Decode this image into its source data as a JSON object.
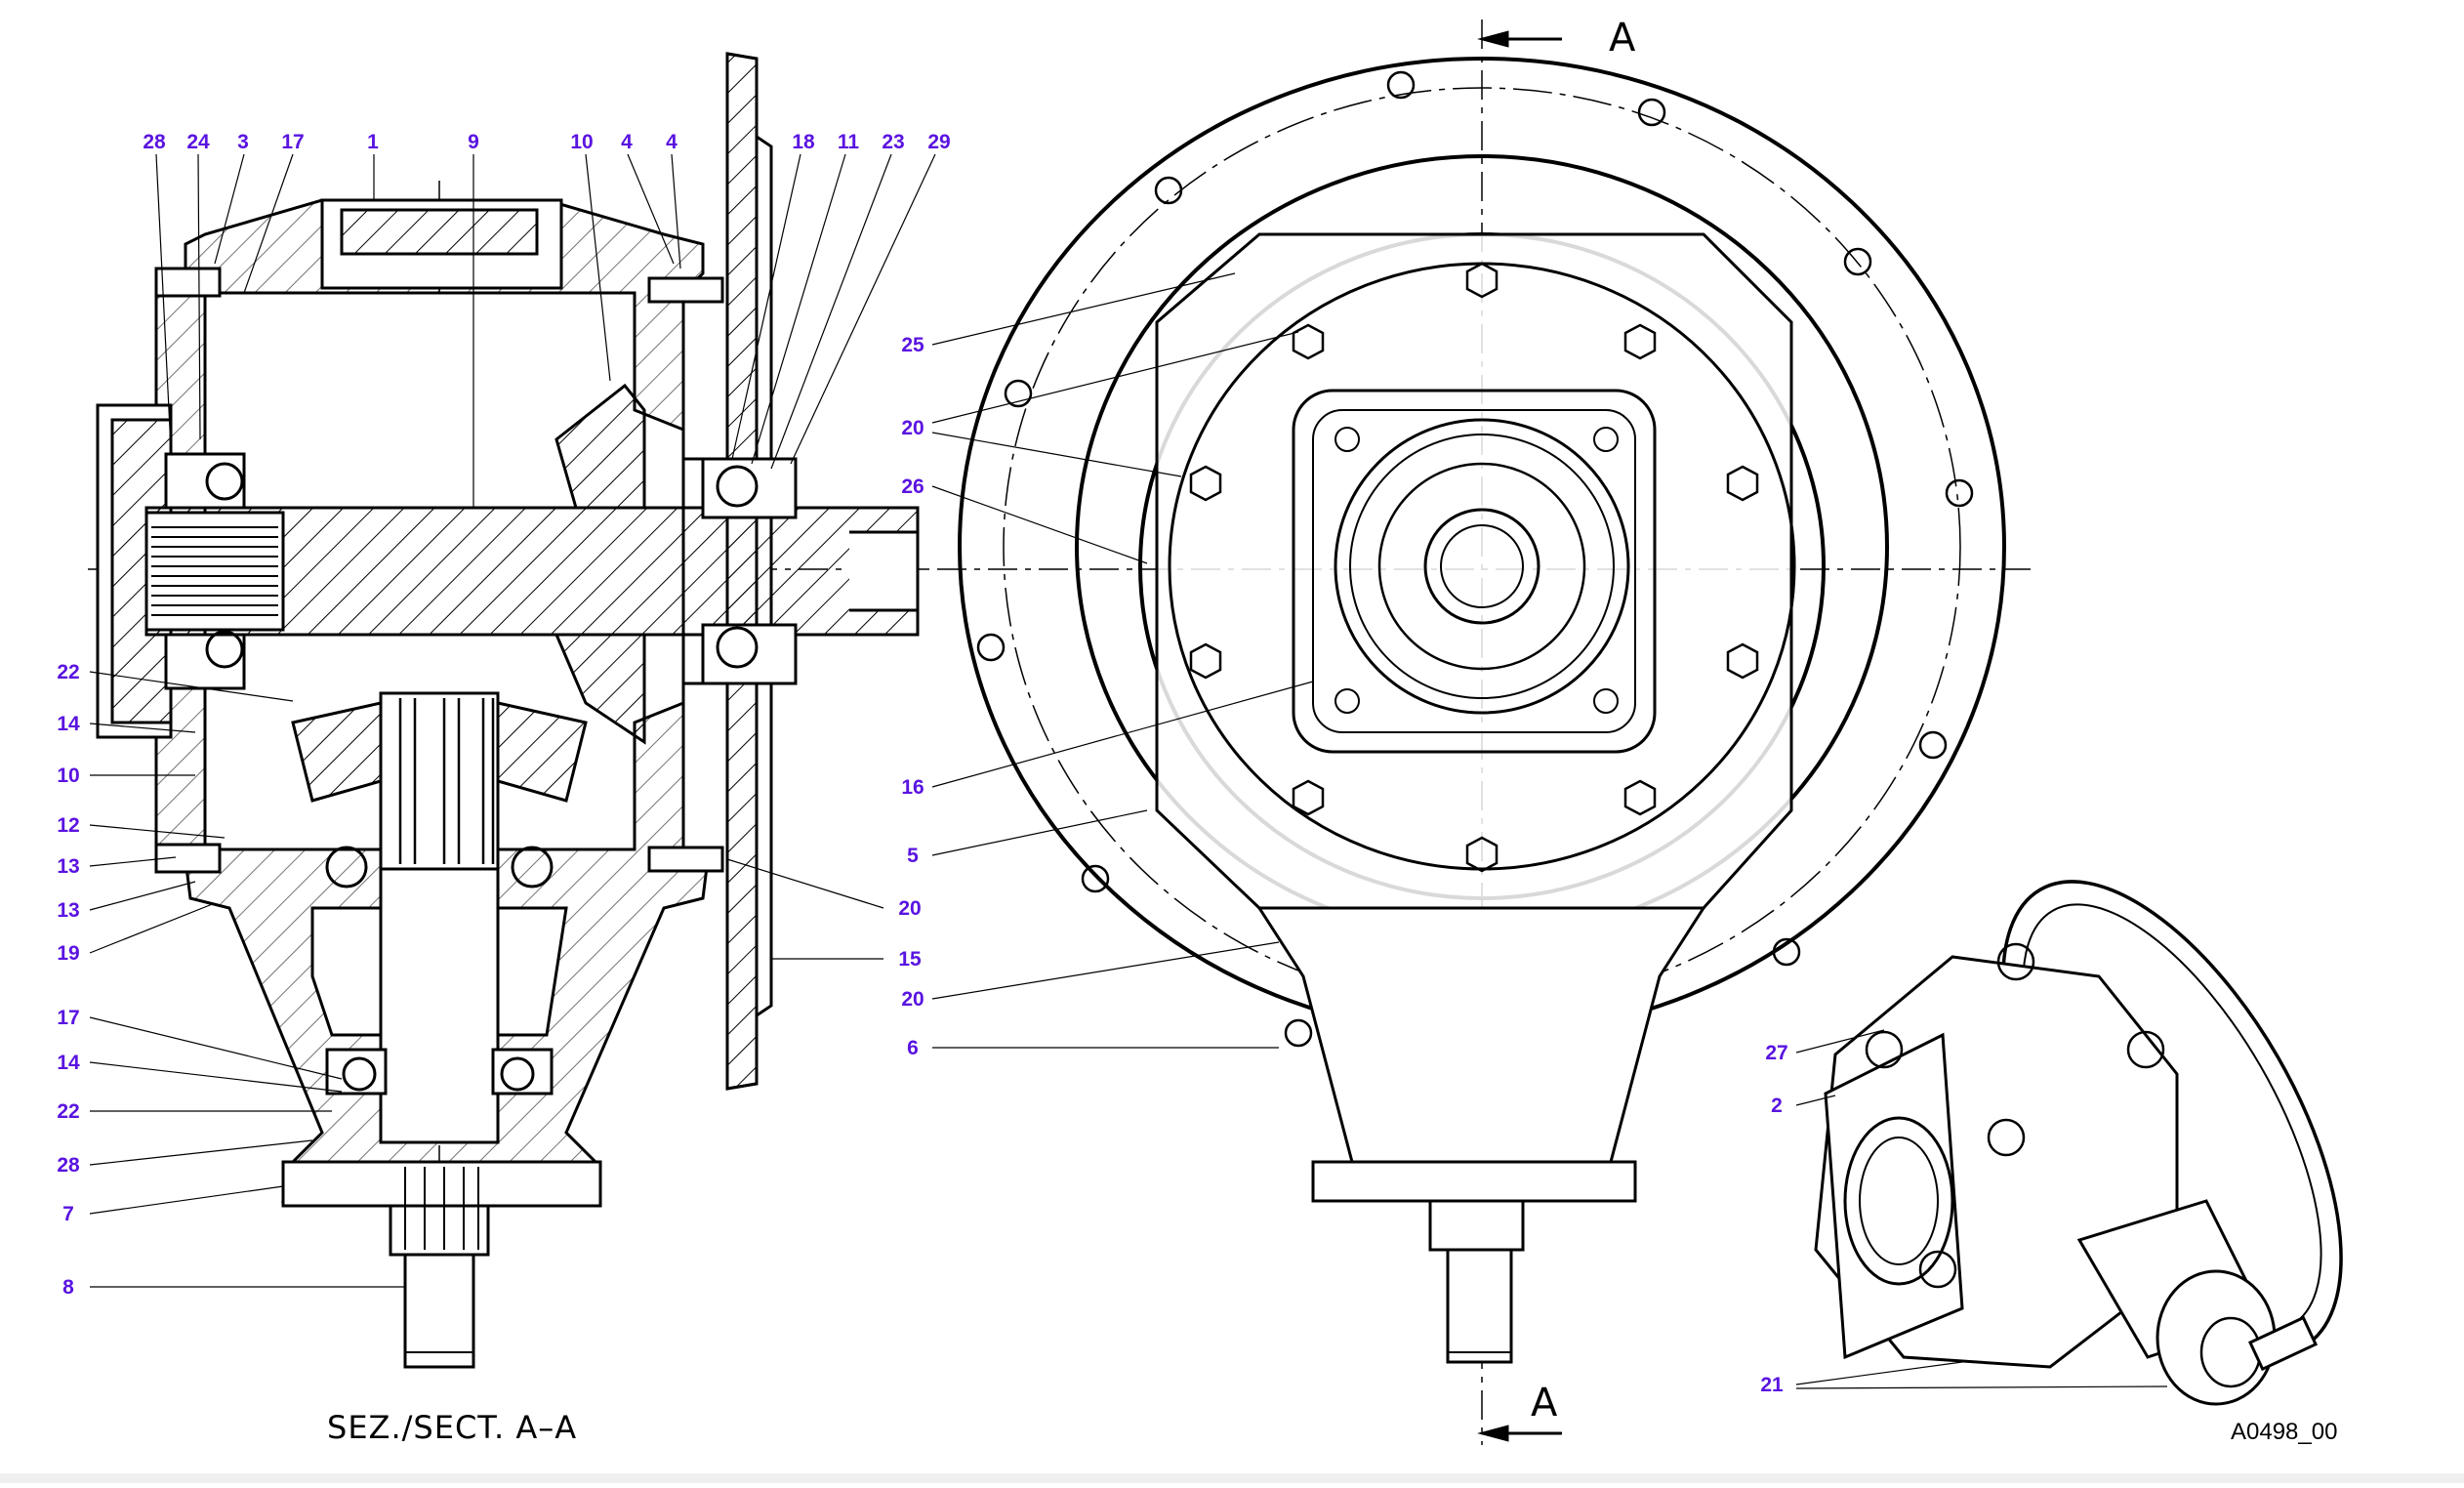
{
  "section_view": {
    "title": "SEZ./SECT. A–A",
    "callouts_top": [
      "28",
      "24",
      "3",
      "17",
      "1",
      "9",
      "10",
      "4",
      "4",
      "18",
      "11",
      "23",
      "29"
    ],
    "callouts_left": [
      "22",
      "14",
      "10",
      "12",
      "13",
      "13",
      "19",
      "17",
      "14",
      "22",
      "28",
      "7",
      "8"
    ],
    "callouts_right": [
      "20",
      "15"
    ]
  },
  "front_view": {
    "section_mark_top": "A",
    "section_mark_bottom": "A",
    "callouts_left": [
      "25",
      "20",
      "26",
      "16",
      "5",
      "20",
      "6"
    ]
  },
  "iso_view": {
    "callouts": [
      "27",
      "2",
      "21"
    ]
  },
  "drawing_code": "A0498_00",
  "colors": {
    "callout": "#5a14e0",
    "line": "#000000",
    "background": "#ffffff"
  }
}
